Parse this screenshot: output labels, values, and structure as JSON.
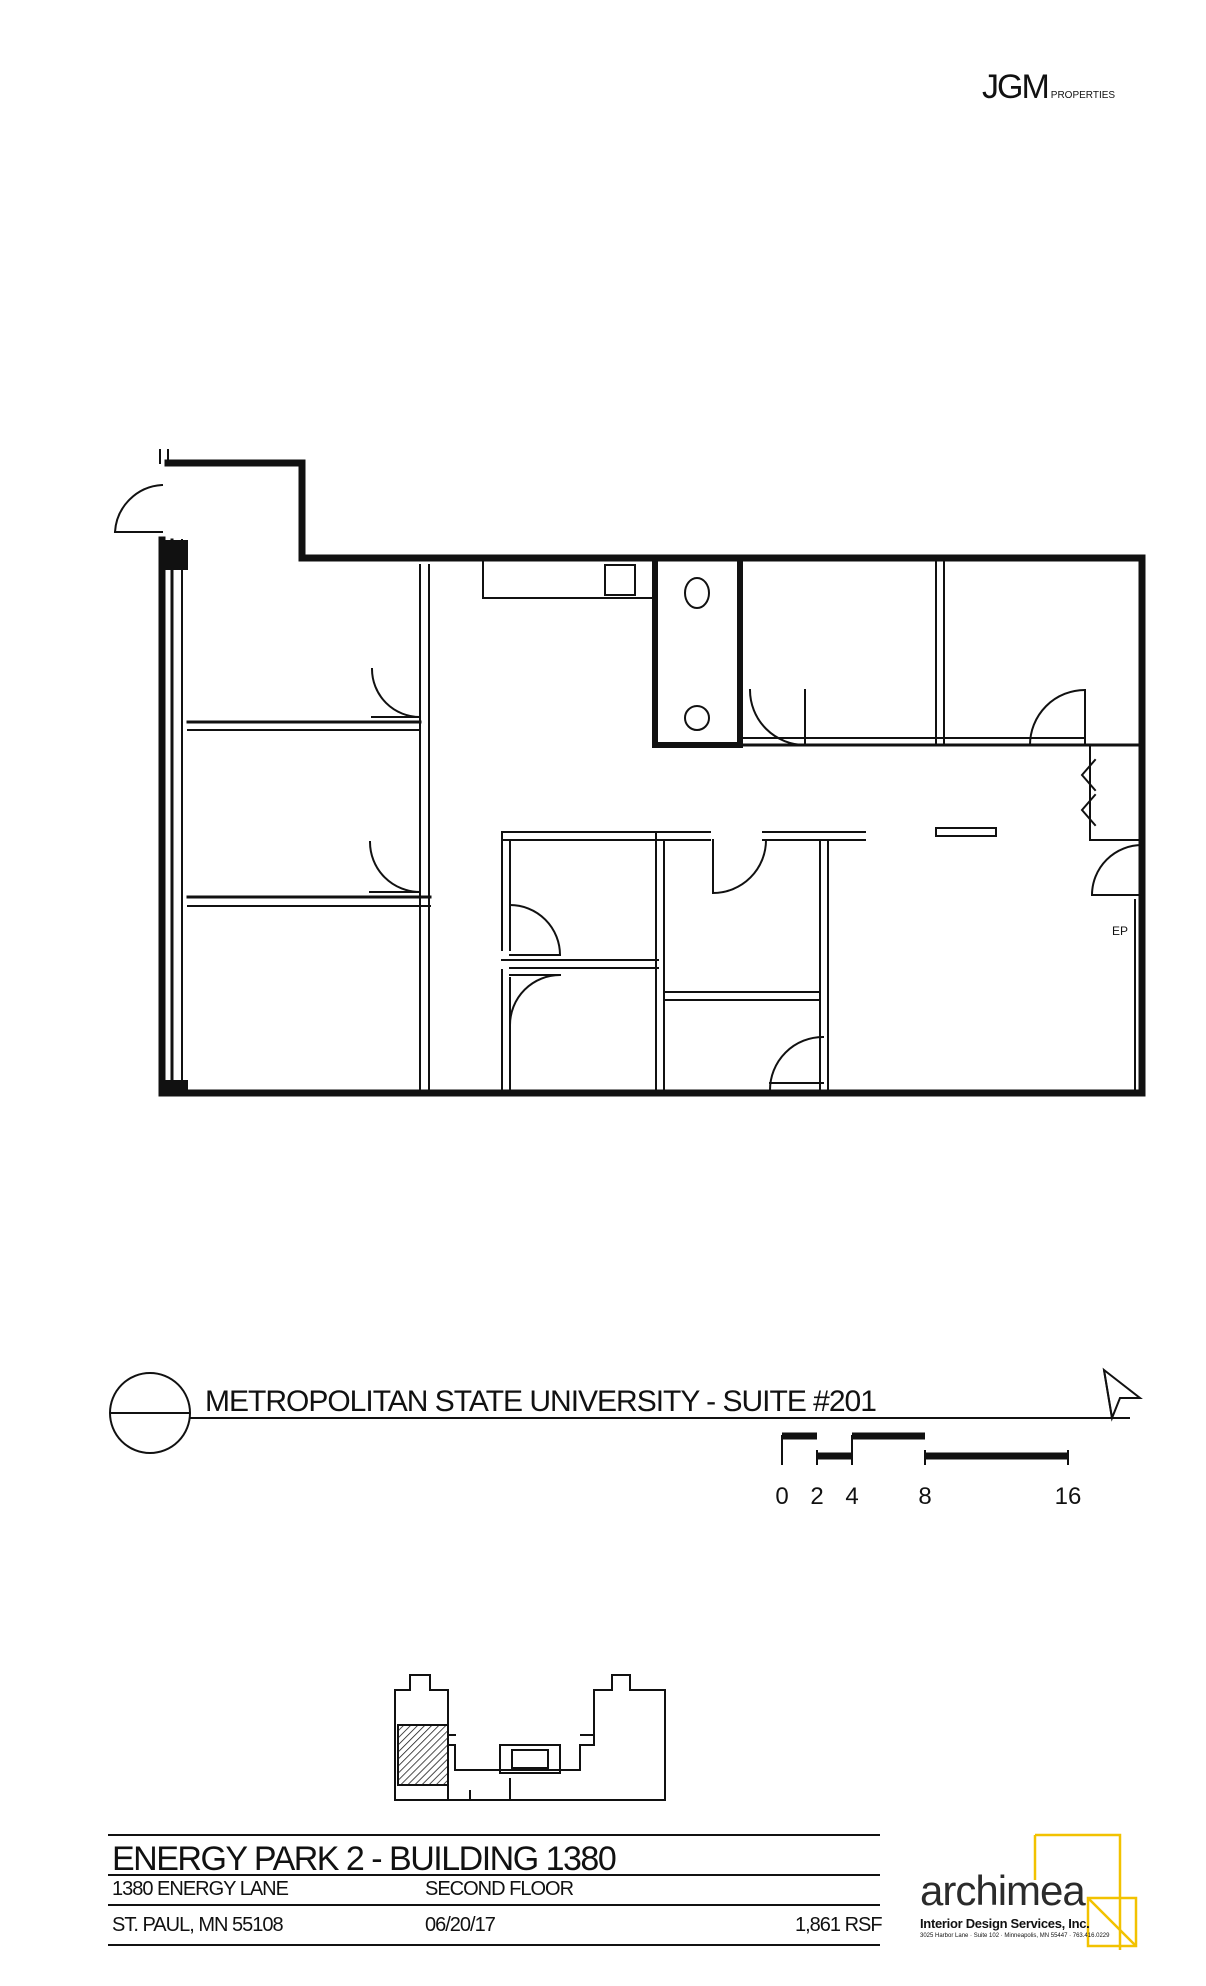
{
  "header": {
    "logo_main": "JGM",
    "logo_sub": "PROPERTIES"
  },
  "plan": {
    "label": "METROPOLITAN STATE UNIVERSITY  -  SUITE #201",
    "scale_ticks": [
      "0",
      "2",
      "4",
      "8",
      "16"
    ],
    "panel_label": "EP"
  },
  "title_block": {
    "project": "ENERGY PARK 2  -  BUILDING 1380",
    "address_line1": "1380 ENERGY LANE",
    "address_line2": "ST. PAUL, MN  55108",
    "floor": "SECOND FLOOR",
    "date": "06/20/17",
    "area": "1,861 RSF"
  },
  "designer": {
    "name": "archimea",
    "tagline": "Interior Design Services, Inc.",
    "address": "3025 Harbor Lane · Suite 102 · Minneapolis, MN 55447 · 763.416.0229",
    "accent_color": "#f2c200"
  }
}
